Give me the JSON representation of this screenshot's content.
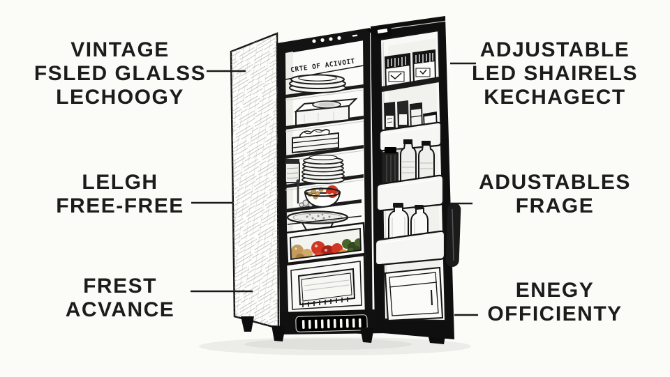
{
  "illustration": {
    "brand_text": "CRTE OF ACIVOIT",
    "palette": {
      "ink": "#181818",
      "paper": "#fbfbf8",
      "tomato": "#d23722",
      "tomato_dark": "#a82417",
      "orange": "#e0913a",
      "potato": "#c49a5d",
      "potato_dark": "#a87c3f",
      "greens": "#4a642e",
      "greens_dark": "#35491f"
    }
  },
  "labels": {
    "left": [
      {
        "id": "vintage-glass-technology",
        "lines": [
          "VINTAGE",
          "FSLED GLALSS",
          "LECHOOGY"
        ]
      },
      {
        "id": "frost-free",
        "lines": [
          "LELGH",
          "FREE-FREE"
        ]
      },
      {
        "id": "fresh-advance",
        "lines": [
          "FREST",
          "ACVANCE"
        ]
      }
    ],
    "right": [
      {
        "id": "adjustable-led-shelves",
        "lines": [
          "ADJUSTABLE",
          "LED SHAIRELS",
          "KECHAGECT"
        ]
      },
      {
        "id": "adjustable-storage",
        "lines": [
          "ADUSTABLES",
          "FRAGE"
        ]
      },
      {
        "id": "energy-efficiency",
        "lines": [
          "ENEGY",
          "OFFICIENTY"
        ]
      }
    ]
  }
}
